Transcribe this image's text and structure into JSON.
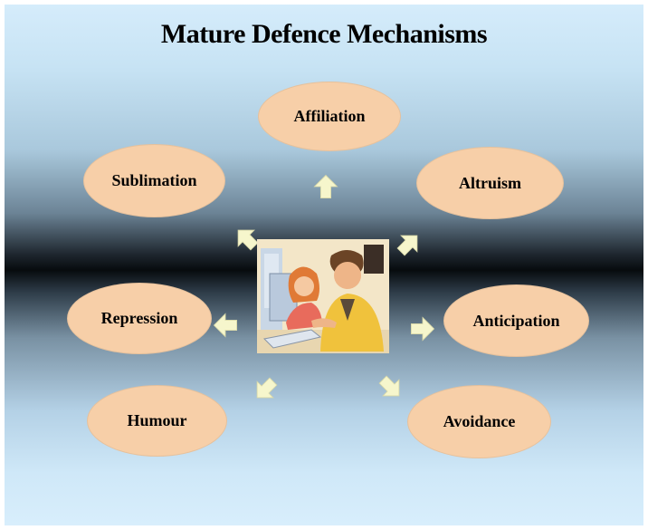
{
  "title": "Mature Defence Mechanisms",
  "nodes": {
    "affiliation": "Affiliation",
    "sublimation": "Sublimation",
    "altruism": "Altruism",
    "repression": "Repression",
    "anticipation": "Anticipation",
    "humour": "Humour",
    "avoidance": "Avoidance"
  },
  "colors": {
    "node_fill": "#f7cfa8",
    "arrow_fill": "#f6f6cc"
  },
  "center_image": "people-at-computer-clipart"
}
